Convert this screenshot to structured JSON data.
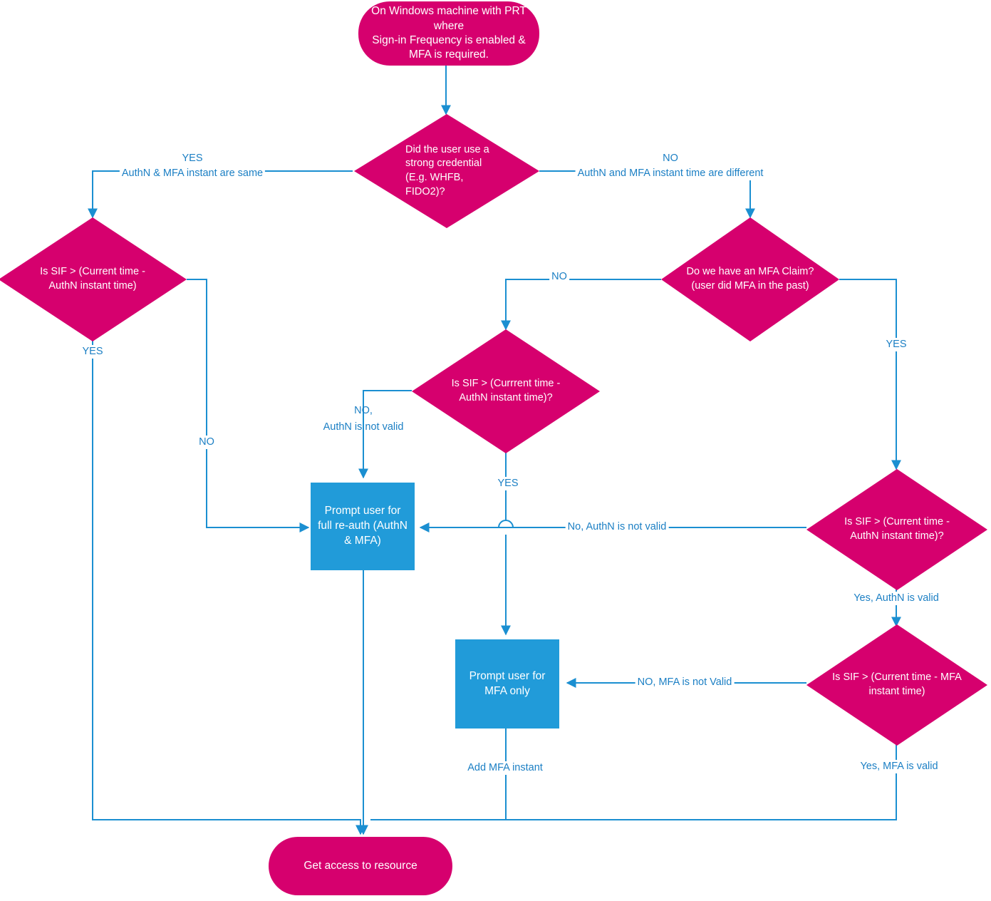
{
  "diagram": {
    "type": "flowchart",
    "title": "Sign-in Frequency and MFA re-authentication decision flow",
    "colors": {
      "node_magenta": "#D6006E",
      "node_blue": "#219BD9",
      "connector_blue": "#1B8FD1",
      "label_text": "#1B7FC4",
      "node_text": "#FFFFFF",
      "background": "#FFFFFF"
    },
    "nodes": {
      "start": {
        "shape": "terminator",
        "line1": "On Windows machine with PRT",
        "line2": "where",
        "line3": "Sign-in Frequency is enabled &",
        "line4": "MFA is required."
      },
      "d_strong_cred": {
        "shape": "decision",
        "line1": "Did the user use a",
        "line2": "strong credential",
        "line3": "(E.g. WHFB,",
        "line4": "FIDO2)?"
      },
      "d_sif_authn_left": {
        "shape": "decision",
        "line1": "Is SIF > (Current time -",
        "line2": "AuthN instant time)"
      },
      "d_mfa_claim": {
        "shape": "decision",
        "line1": "Do we have an MFA Claim?",
        "line2": "(user did MFA in the past)"
      },
      "d_sif_authn_mid": {
        "shape": "decision",
        "line1": "Is SIF > (Currrent time -",
        "line2": "AuthN instant time)?"
      },
      "d_sif_authn_right": {
        "shape": "decision",
        "line1": "Is SIF > (Current time -",
        "line2": "AuthN instant time)?"
      },
      "d_sif_mfa_right": {
        "shape": "decision",
        "line1": "Is SIF > (Current time - MFA",
        "line2": "instant time)"
      },
      "p_full_reauth": {
        "shape": "process",
        "line1": "Prompt user for",
        "line2": "full re-auth (AuthN",
        "line3": "& MFA)"
      },
      "p_mfa_only": {
        "shape": "process",
        "line1": "Prompt user for",
        "line2": "MFA only"
      },
      "end": {
        "shape": "terminator",
        "line1": "Get access to resource"
      }
    },
    "edge_labels": {
      "yes_strong_cred_1": "YES",
      "yes_strong_cred_2": "AuthN & MFA instant are same",
      "no_strong_cred_1": "NO",
      "no_strong_cred_2": "AuthN and MFA instant time are different",
      "left_yes": "YES",
      "left_no": "NO",
      "mfa_claim_no": "NO",
      "mfa_claim_yes": "YES",
      "mid_no_1": "NO,",
      "mid_no_2": "AuthN is not valid",
      "mid_yes": "YES",
      "right_authn_not_valid": "No, AuthN is not valid",
      "right_authn_valid": "Yes, AuthN is valid",
      "right_mfa_not_valid": "NO, MFA is not Valid",
      "right_mfa_valid": "Yes, MFA is valid",
      "add_mfa_instant": "Add MFA instant"
    }
  }
}
